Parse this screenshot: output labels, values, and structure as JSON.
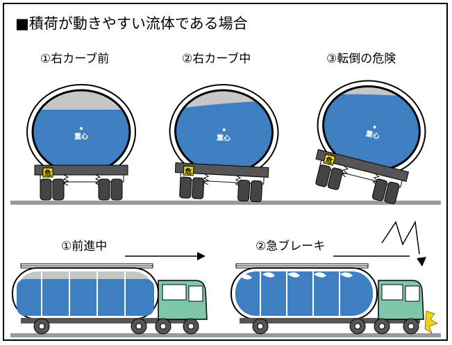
{
  "title": "■積荷が動きやすい流体である場合",
  "top_row": {
    "labels": [
      "①右カーブ前",
      "②右カーブ中",
      "③転倒の危険"
    ],
    "cg_label": "重心",
    "hazard_label": "危"
  },
  "bottom_row": {
    "labels": [
      "①前進中",
      "②急ブレーキ"
    ]
  },
  "colors": {
    "liquid": "#3e7fc2",
    "tank_inner": "#c6c6c6",
    "road": "#9a9a9a",
    "cab": "#7fc7aa",
    "hazard_plate": "#f2d400",
    "chassis": "#555555"
  }
}
